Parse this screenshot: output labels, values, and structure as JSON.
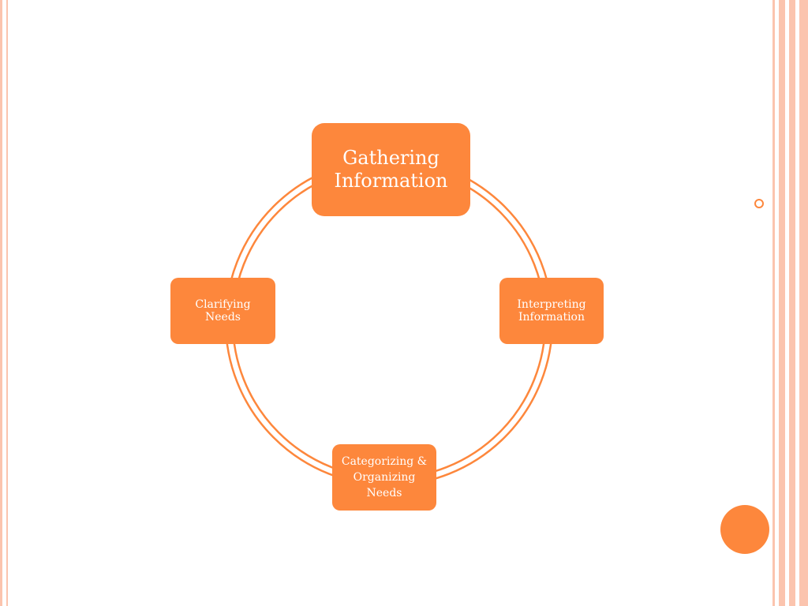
{
  "slide": {
    "accent_color": "#fd873c",
    "border_color": "#fbc4ae"
  },
  "cycle": {
    "nodes": [
      {
        "id": "gathering",
        "lines": [
          "Gathering",
          "Information"
        ]
      },
      {
        "id": "interpreting",
        "lines": [
          "Interpreting",
          "Information"
        ]
      },
      {
        "id": "categorizing",
        "lines": [
          "Categorizing &",
          "Organizing",
          "Needs"
        ]
      },
      {
        "id": "clarifying",
        "lines": [
          "Clarifying",
          "Needs"
        ]
      }
    ]
  }
}
